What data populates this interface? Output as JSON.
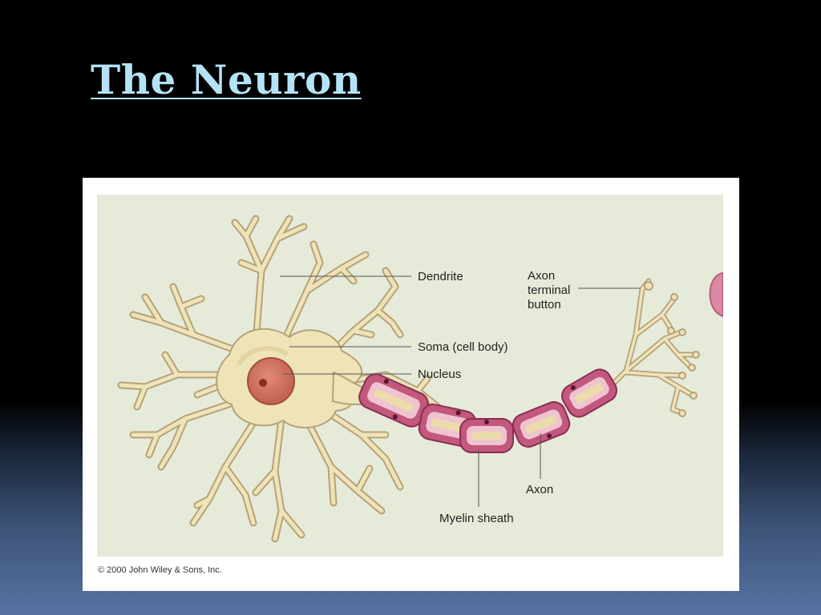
{
  "slide": {
    "title": "The Neuron"
  },
  "figure": {
    "labels": {
      "dendrite": "Dendrite",
      "soma": "Soma (cell body)",
      "nucleus": "Nucleus",
      "axon_terminal_line1": "Axon",
      "axon_terminal_line2": "terminal",
      "axon_terminal_line3": "button",
      "axon": "Axon",
      "myelin_sheath": "Myelin sheath"
    },
    "copyright": "© 2000 John Wiley & Sons, Inc."
  },
  "colors": {
    "background_top": "#000000",
    "background_bottom": "#5873a3",
    "title": "#b4e3f6",
    "panel": "#e6ebd9",
    "neuron_body": "#efe3b8",
    "neuron_outline": "#b6a27a",
    "nucleus": "#cd6f5f",
    "myelin": "#c2587e"
  }
}
